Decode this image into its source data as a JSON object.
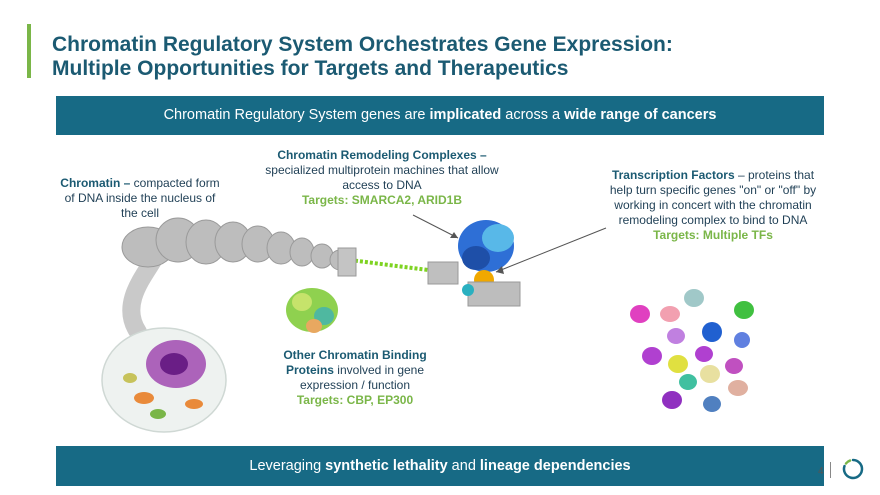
{
  "title": {
    "line1": "Chromatin Regulatory System Orchestrates Gene Expression:",
    "line2": "Multiple Opportunities for Targets and Therapeutics"
  },
  "top_banner": {
    "pre": "Chromatin Regulatory System genes are ",
    "bold1": "implicated",
    "mid": " across a ",
    "bold2": "wide range of cancers"
  },
  "chromatin": {
    "term": "Chromatin –",
    "desc": " compacted form of DNA inside the nucleus of the cell"
  },
  "remodeling": {
    "term": "Chromatin Remodeling Complexes –",
    "desc": " specialized multiprotein machines that allow access to DNA",
    "targets": "Targets: SMARCA2, ARID1B"
  },
  "transcription": {
    "term": "Transcription Factors",
    "desc": " – proteins that help turn specific genes \"on\" or \"off\" by working in concert with the chromatin remodeling complex to bind to DNA",
    "targets": "Targets: Multiple TFs"
  },
  "binding": {
    "term": "Other Chromatin Binding Proteins",
    "desc": " involved in gene expression / function",
    "targets": "Targets: CBP, EP300"
  },
  "bottom_banner": {
    "pre": "Leveraging ",
    "bold1": "synthetic lethality",
    "mid": " and ",
    "bold2": "lineage dependencies"
  },
  "page_number": "4",
  "colors": {
    "accent_green": "#7ab648",
    "title_blue": "#1b5a72",
    "banner_blue": "#176a85"
  }
}
